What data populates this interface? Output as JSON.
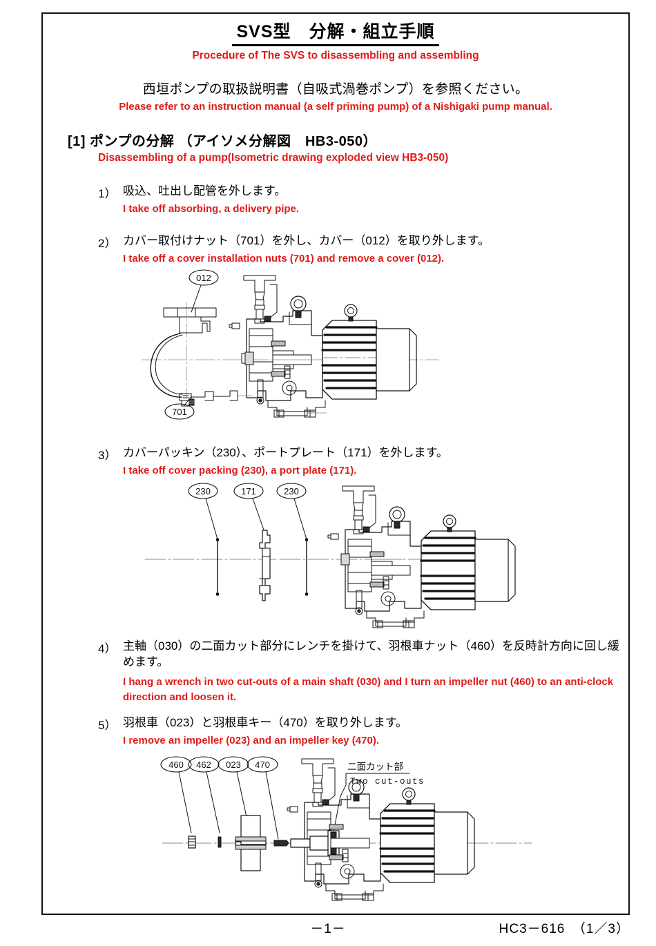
{
  "document": {
    "title_ja": "SVS型　分解・組立手順",
    "title_en": "Procedure of The SVS to disassembling and assembling",
    "reference_ja": "西垣ポンプの取扱説明書（自吸式渦巻ポンプ）を参照ください。",
    "reference_en": "Please refer to an instruction manual (a self priming pump) of a Nishigaki pump manual."
  },
  "section": {
    "heading_ja": "[1] ポンプの分解 （アイソメ分解図　HB3-050）",
    "heading_en": "Disassembling of a pump(Isometric drawing exploded view HB3-050)"
  },
  "steps": [
    {
      "number": "1）",
      "ja": "吸込、吐出し配管を外します。",
      "en": "I take off absorbing, a delivery pipe."
    },
    {
      "number": "2）",
      "ja": "カバー取付けナット（701）を外し、カバー（012）を取り外します。",
      "en": "I take off a cover installation nuts (701) and remove a cover (012)."
    },
    {
      "number": "3）",
      "ja": "カバーパッキン（230）、ポートプレート（171）を外します。",
      "en": "I take off cover packing (230), a port plate (171)."
    },
    {
      "number": "4）",
      "ja": "主軸（030）の二面カット部分にレンチを掛けて、羽根車ナット（460）を反時計方向に回し緩めます。",
      "en": "I hang a wrench in two cut-outs of a main shaft (030) and I turn an impeller nut (460) to an anti-clock direction and loosen it."
    },
    {
      "number": "5）",
      "ja": "羽根車（023）と羽根車キー（470）を取り外します。",
      "en": "I remove an impeller (023) and an impeller key (470)."
    }
  ],
  "figures": {
    "figure1": {
      "callouts": [
        "012",
        "701"
      ]
    },
    "figure2": {
      "callouts": [
        "230",
        "171",
        "230"
      ]
    },
    "figure3": {
      "callouts": [
        "460",
        "462",
        "023",
        "470"
      ],
      "annotation_ja": "二面カット部",
      "annotation_en": "Two cut-outs"
    }
  },
  "footer": {
    "page_number": "－1－",
    "document_number": "HC3－616　（1／3）"
  },
  "colors": {
    "red_text": "#e01b1b",
    "black_text": "#000000",
    "line": "#1a1a1a",
    "centerline": "#808080"
  }
}
